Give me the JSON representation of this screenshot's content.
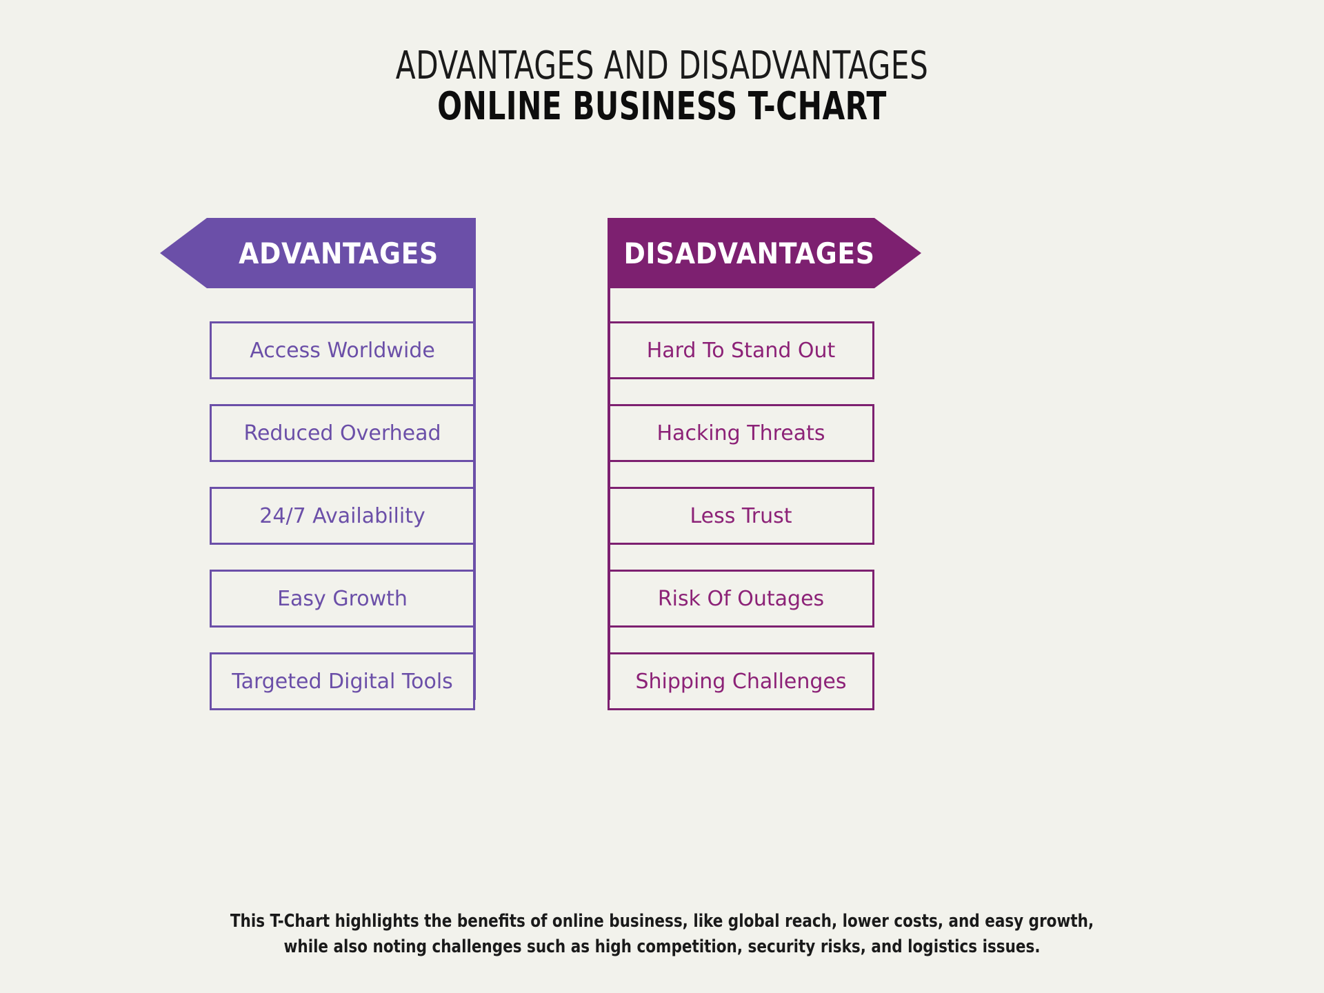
{
  "colors": {
    "background": "#f2f2ec",
    "advantages_accent": "#6b4fa8",
    "disadvantages_accent": "#7d2070",
    "disadvantages_text": "#8c2277",
    "title_text": "#1a1a1a",
    "banner_text": "#ffffff"
  },
  "title": {
    "line1": "ADVANTAGES AND DISADVANTAGES",
    "line2": "ONLINE BUSINESS T-CHART"
  },
  "columns": {
    "advantages": {
      "header": "ADVANTAGES",
      "items": [
        {
          "label": "Access Worldwide"
        },
        {
          "label": "Reduced Overhead"
        },
        {
          "label": "24/7 Availability"
        },
        {
          "label": "Easy Growth"
        },
        {
          "label": "Targeted Digital Tools"
        }
      ]
    },
    "disadvantages": {
      "header": "DISADVANTAGES",
      "items": [
        {
          "label": "Hard To Stand Out"
        },
        {
          "label": "Hacking Threats"
        },
        {
          "label": "Less Trust"
        },
        {
          "label": "Risk Of Outages"
        },
        {
          "label": "Shipping Challenges"
        }
      ]
    }
  },
  "caption": {
    "line1": "This T-Chart highlights the benefits of online business, like global reach, lower costs, and easy growth,",
    "line2": "while also noting challenges such as high competition, security risks, and logistics issues."
  }
}
